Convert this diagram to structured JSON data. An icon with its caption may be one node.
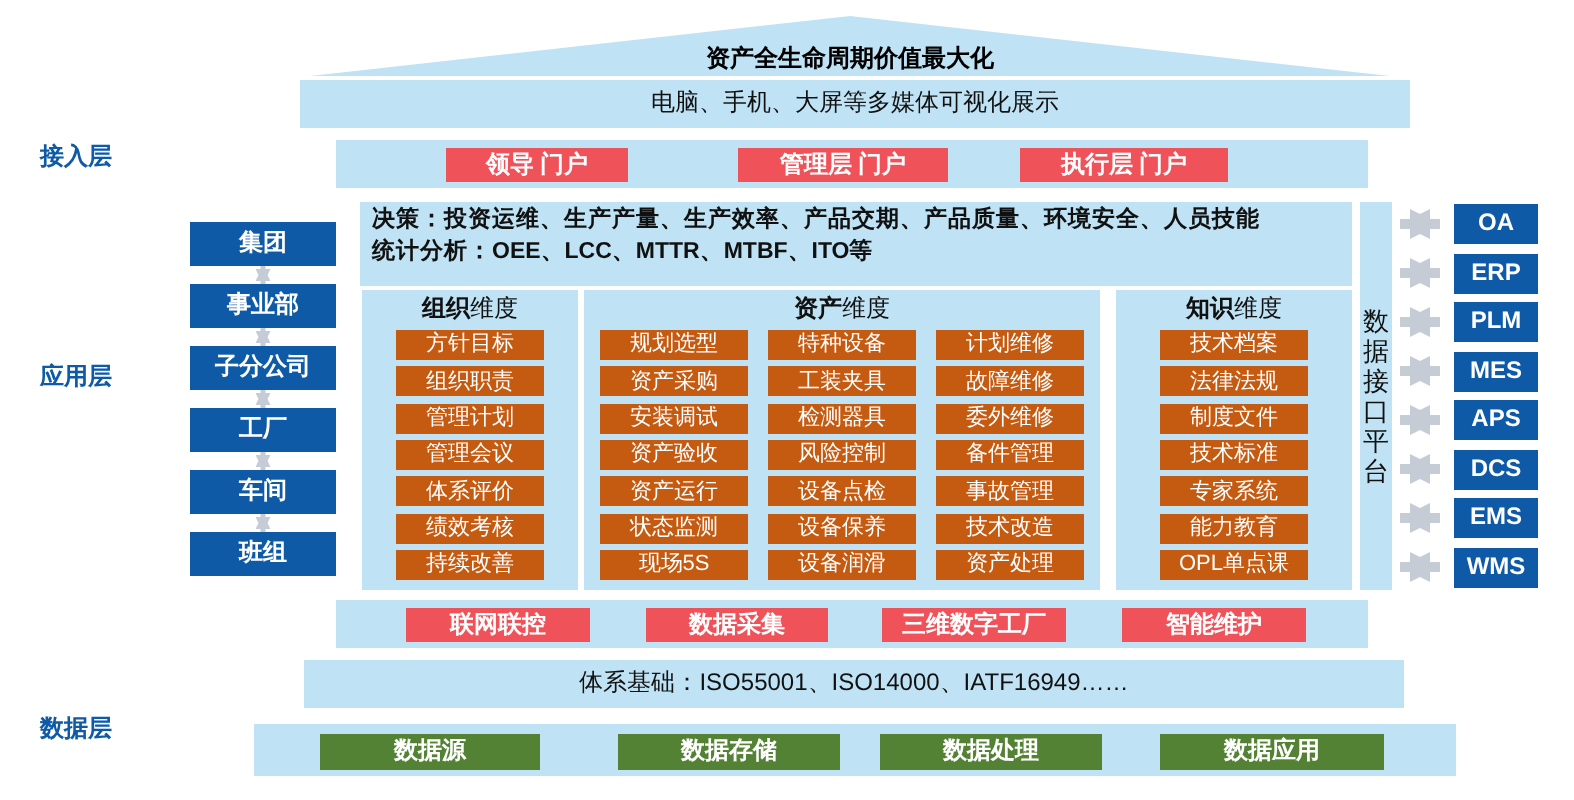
{
  "diagram": {
    "nodes": [
      {
        "text": [
          "资产全生命周期价值最大化"
        ]
      },
      {
        "text": [
          "电脑、手机、大屏等多媒体可视化展示"
        ]
      },
      {
        "text": [],
        "shape": "bar"
      },
      {
        "text": [
          "领导 门户"
        ],
        "in": 2
      },
      {
        "text": [
          "管理层 门户"
        ],
        "in": 2
      },
      {
        "text": [
          "执行层 门户"
        ],
        "in": 2
      },
      {
        "text": [
          "集团"
        ]
      },
      {
        "text": [
          "事业部"
        ]
      },
      {
        "text": [
          "子分公司"
        ]
      },
      {
        "text": [
          "工厂"
        ]
      },
      {
        "text": [
          "车间"
        ]
      },
      {
        "text": [
          "班组"
        ]
      },
      {
        "text": [
          "决策：投资运维、生产产量、生产效率、产品交期、产品质量、环境安全、人员技能",
          "统计分析：OEE、LCC、MTTR、MTBF、ITO等"
        ]
      },
      {
        "text": [
          "**组织**维度"
        ]
      },
      {
        "text": [
          "方针目标"
        ],
        "in": 13
      },
      {
        "text": [
          "组织职责"
        ],
        "in": 13
      },
      {
        "text": [
          "管理计划"
        ],
        "in": 13
      },
      {
        "text": [
          "管理会议"
        ],
        "in": 13
      },
      {
        "text": [
          "体系评价"
        ],
        "in": 13
      },
      {
        "text": [
          "绩效考核"
        ],
        "in": 13
      },
      {
        "text": [
          "持续改善"
        ],
        "in": 13
      },
      {
        "text": [
          "**资产**维度"
        ]
      },
      {
        "text": [
          "规划选型"
        ],
        "in": 21
      },
      {
        "text": [
          "特种设备"
        ],
        "in": 21
      },
      {
        "text": [
          "计划维修"
        ],
        "in": 21
      },
      {
        "text": [
          "资产采购"
        ],
        "in": 21
      },
      {
        "text": [
          "工装夹具"
        ],
        "in": 21
      },
      {
        "text": [
          "故障维修"
        ],
        "in": 21
      },
      {
        "text": [
          "安装调试"
        ],
        "in": 21
      },
      {
        "text": [
          "检测器具"
        ],
        "in": 21
      },
      {
        "text": [
          "委外维修"
        ],
        "in": 21
      },
      {
        "text": [
          "资产验收"
        ],
        "in": 21
      },
      {
        "text": [
          "风险控制"
        ],
        "in": 21
      },
      {
        "text": [
          "备件管理"
        ],
        "in": 21
      },
      {
        "text": [
          "资产运行"
        ],
        "in": 21
      },
      {
        "text": [
          "设备点检"
        ],
        "in": 21
      },
      {
        "text": [
          "事故管理"
        ],
        "in": 21
      },
      {
        "text": [
          "状态监测"
        ],
        "in": 21
      },
      {
        "text": [
          "设备保养"
        ],
        "in": 21
      },
      {
        "text": [
          "技术改造"
        ],
        "in": 21
      },
      {
        "text": [
          "现场5S"
        ],
        "in": 21
      },
      {
        "text": [
          "设备润滑"
        ],
        "in": 21
      },
      {
        "text": [
          "资产处理"
        ],
        "in": 21
      },
      {
        "text": [
          "**知识**维度"
        ]
      },
      {
        "text": [
          "技术档案"
        ],
        "in": 43
      },
      {
        "text": [
          "法律法规"
        ],
        "in": 43
      },
      {
        "text": [
          "制度文件"
        ],
        "in": 43
      },
      {
        "text": [
          "技术标准"
        ],
        "in": 43
      },
      {
        "text": [
          "专家系统"
        ],
        "in": 43
      },
      {
        "text": [
          "能力教育"
        ],
        "in": 43
      },
      {
        "text": [
          "OPL单点课"
        ],
        "in": 43
      },
      {
        "text": [
          "数据接口平台"
        ]
      },
      {
        "text": [
          "OA"
        ]
      },
      {
        "text": [
          "ERP"
        ]
      },
      {
        "text": [
          "PLM"
        ]
      },
      {
        "text": [
          "MES"
        ]
      },
      {
        "text": [
          "APS"
        ]
      },
      {
        "text": [
          "DCS"
        ]
      },
      {
        "text": [
          "EMS"
        ]
      },
      {
        "text": [
          "WMS"
        ]
      },
      {
        "text": [],
        "shape": "bar"
      },
      {
        "text": [
          "联网联控"
        ],
        "in": 60
      },
      {
        "text": [
          "数据采集"
        ],
        "in": 60
      },
      {
        "text": [
          "三维数字工厂"
        ],
        "in": 60
      },
      {
        "text": [
          "智能维护"
        ],
        "in": 60
      },
      {
        "text": [
          "体系基础：ISO55001、ISO14000、IATF16949……"
        ]
      },
      {
        "text": [],
        "shape": "bar"
      },
      {
        "text": [
          "数据源"
        ],
        "in": 66
      },
      {
        "text": [
          "数据存储"
        ],
        "in": 66
      },
      {
        "text": [
          "数据处理"
        ],
        "in": 66
      },
      {
        "text": [
          "数据应用"
        ],
        "in": 66
      }
    ],
    "edges": [
      {
        "from": 6,
        "to": 7,
        "arrow": "both"
      },
      {
        "from": 7,
        "to": 8,
        "arrow": "both"
      },
      {
        "from": 8,
        "to": 9,
        "arrow": "both"
      },
      {
        "from": 9,
        "to": 10,
        "arrow": "both"
      },
      {
        "from": 10,
        "to": 11,
        "arrow": "both"
      },
      {
        "from": 51,
        "to": 52,
        "arrow": "both"
      },
      {
        "from": 51,
        "to": 53,
        "arrow": "both"
      },
      {
        "from": 51,
        "to": 54,
        "arrow": "both"
      },
      {
        "from": 51,
        "to": 55,
        "arrow": "both"
      },
      {
        "from": 51,
        "to": 56,
        "arrow": "both"
      },
      {
        "from": 51,
        "to": 57,
        "arrow": "both"
      },
      {
        "from": 51,
        "to": 58,
        "arrow": "both"
      },
      {
        "from": 51,
        "to": 59,
        "arrow": "both"
      }
    ],
    "labels": [
      "接入层",
      "应用层",
      "数据层"
    ]
  }
}
